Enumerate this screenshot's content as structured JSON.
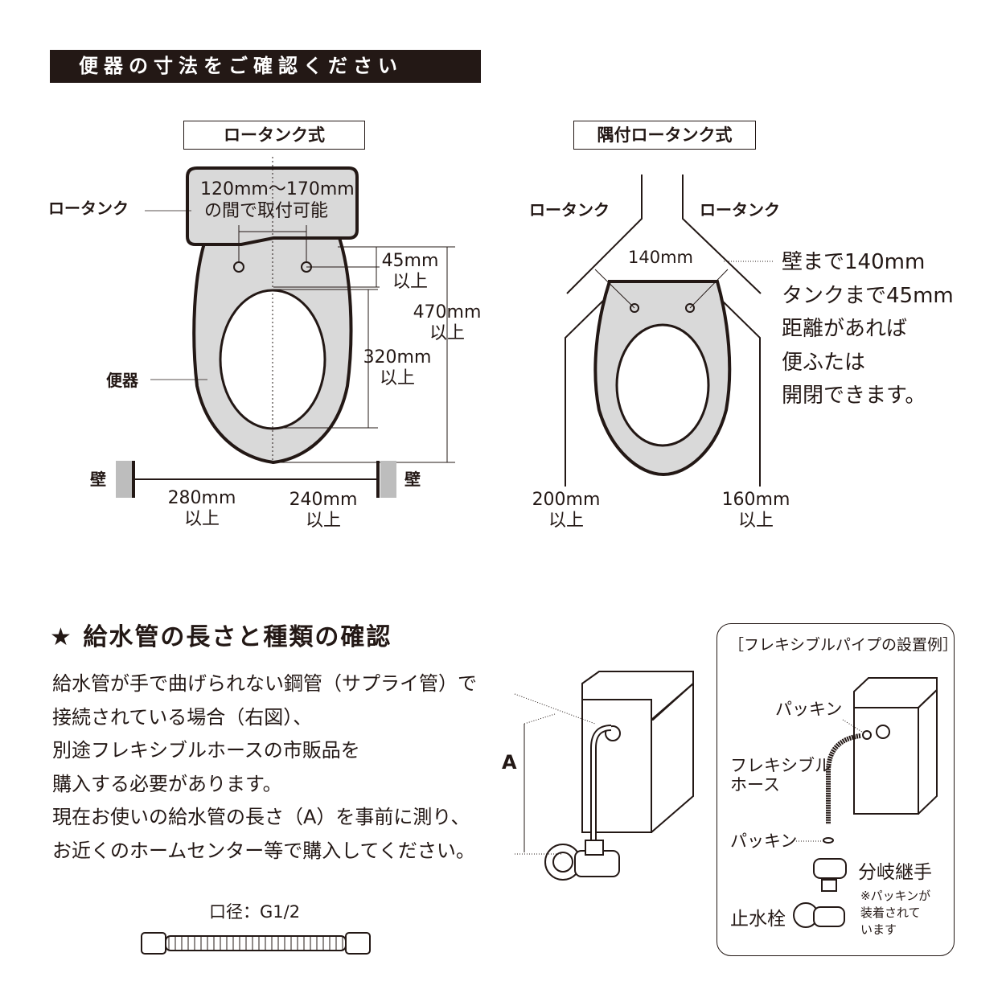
{
  "title": "便器の寸法をご確認ください",
  "low_tank": {
    "label": "ロータンク式",
    "tank_label": "ロータンク",
    "bowl_label": "便器",
    "mount_range_line1": "120mm〜170mm",
    "mount_range_line2": "の間で取付可能",
    "dim_45": "45mm",
    "dim_45_sub": "以上",
    "dim_470": "470mm",
    "dim_470_sub": "以上",
    "dim_320": "320mm",
    "dim_320_sub": "以上",
    "wall_left": "壁",
    "wall_right": "壁",
    "dim_280": "280mm",
    "dim_280_sub": "以上",
    "dim_240": "240mm",
    "dim_240_sub": "以上"
  },
  "corner_tank": {
    "label": "隅付ロータンク式",
    "tank_left": "ロータンク",
    "tank_right": "ロータンク",
    "dim_140": "140mm",
    "note": [
      "壁まで140mm",
      "タンクまで45mm",
      "距離があれば",
      "便ふたは",
      "開閉できます。"
    ],
    "dim_200": "200mm",
    "dim_200_sub": "以上",
    "dim_160": "160mm",
    "dim_160_sub": "以上"
  },
  "supply": {
    "heading": "★ 給水管の長さと種類の確認",
    "body": [
      "給水管が手で曲げられない鋼管（サプライ管）で",
      "接続されている場合（右図）、",
      "別途フレキシブルホースの市販品を",
      "購入する必要があります。",
      "現在お使いの給水管の長さ（A）を事前に測り、",
      "お近くのホームセンター等で購入してください。"
    ],
    "dim_a": "A",
    "diameter": "口径：G1/2"
  },
  "flex_example": {
    "title": "［フレキシブルパイプの設置例］",
    "packing_top": "パッキン",
    "hose_line1": "フレキシブル",
    "hose_line2": "ホース",
    "packing_bottom": "パッキン",
    "branch_joint": "分岐継手",
    "note": [
      "※パッキンが",
      "装着されて",
      "います"
    ],
    "stop_valve": "止水栓"
  }
}
